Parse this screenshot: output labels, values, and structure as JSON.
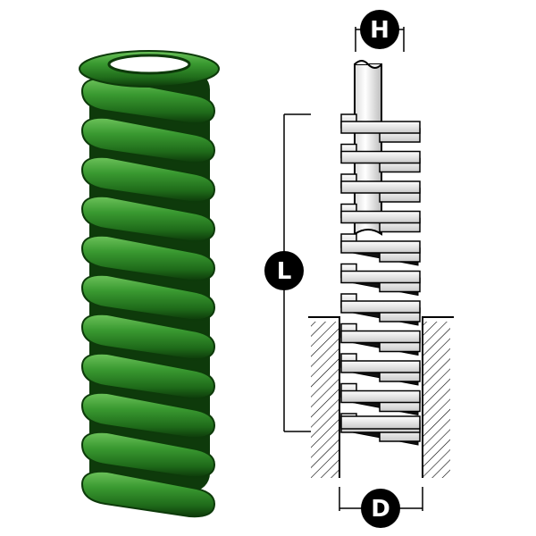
{
  "labels": {
    "height": "H",
    "length": "L",
    "diameter": "D"
  },
  "colors": {
    "spring_green": "#2f8a2a",
    "spring_green_dark": "#0f3e0c",
    "spring_green_light": "#5fb34e",
    "badge_fill": "#000000",
    "badge_text": "#ffffff",
    "line": "#000000"
  },
  "icons": [
    "green-coil-spring-photo",
    "spring-cross-section-diagram",
    "guide-pin",
    "hatched-bore-wall"
  ]
}
